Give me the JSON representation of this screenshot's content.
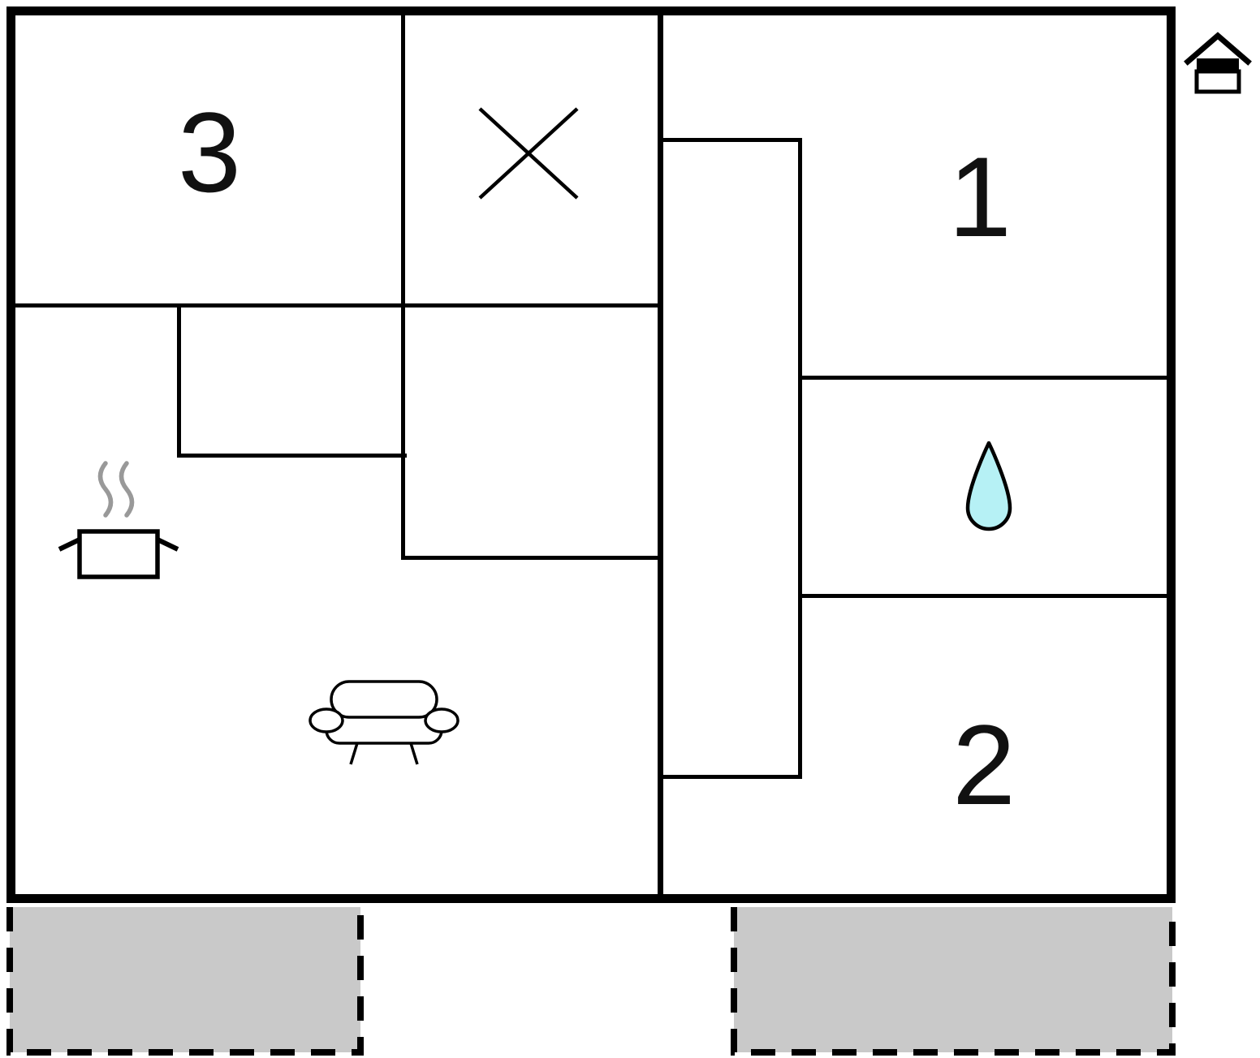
{
  "diagram": {
    "type": "floor-plan"
  },
  "rooms": {
    "r1": {
      "label": "1"
    },
    "r2": {
      "label": "2"
    },
    "r3": {
      "label": "3"
    }
  },
  "icons": {
    "entrance": "entrance-house-icon",
    "cross": "x-mark-icon",
    "water": "water-drop-icon",
    "pot": "cooking-pot-icon",
    "sofa": "sofa-icon"
  },
  "colors": {
    "walls": "#000000",
    "terrace_fill": "#c9c9c9",
    "terrace_border": "#000000",
    "water_drop_fill": "#b6f1f5",
    "steam": "#999999",
    "background": "#ffffff"
  }
}
